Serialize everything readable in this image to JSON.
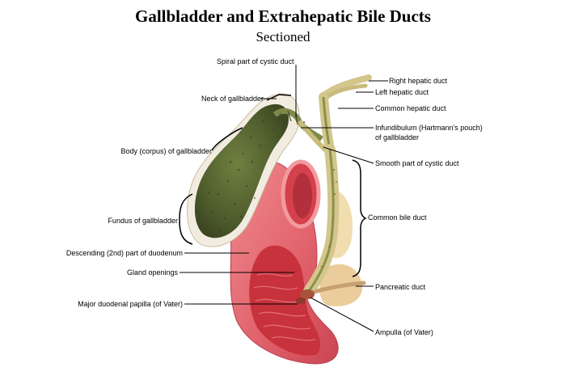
{
  "title": "Gallbladder and Extrahepatic Bile Ducts",
  "subtitle": "Sectioned",
  "labels": {
    "spiral_cystic": "Spiral part of cystic duct",
    "neck": "Neck of gallbladder",
    "body": "Body (corpus) of gallbladder",
    "fundus": "Fundus of gallbladder",
    "duodenum": "Descending (2nd) part of duodenum",
    "gland_openings": "Gland openings",
    "papilla": "Major duodenal papilla (of Vater)",
    "right_hepatic": "Right hepatic duct",
    "left_hepatic": "Left hepatic duct",
    "common_hepatic": "Common hepatic duct",
    "infundibulum_1": "Infundibulum (Hartmann's pouch)",
    "infundibulum_2": "of gallbladder",
    "smooth_cystic": "Smooth part of cystic duct",
    "common_bile": "Common bile duct",
    "pancreatic": "Pancreatic duct",
    "ampulla": "Ampulla (of Vater)"
  },
  "colors": {
    "gallbladder": "#5f6e3a",
    "duodenum": "#e0606a",
    "mucosa": "#c8323c",
    "duct": "#d2c68c",
    "pancreas": "#e8c48c"
  }
}
